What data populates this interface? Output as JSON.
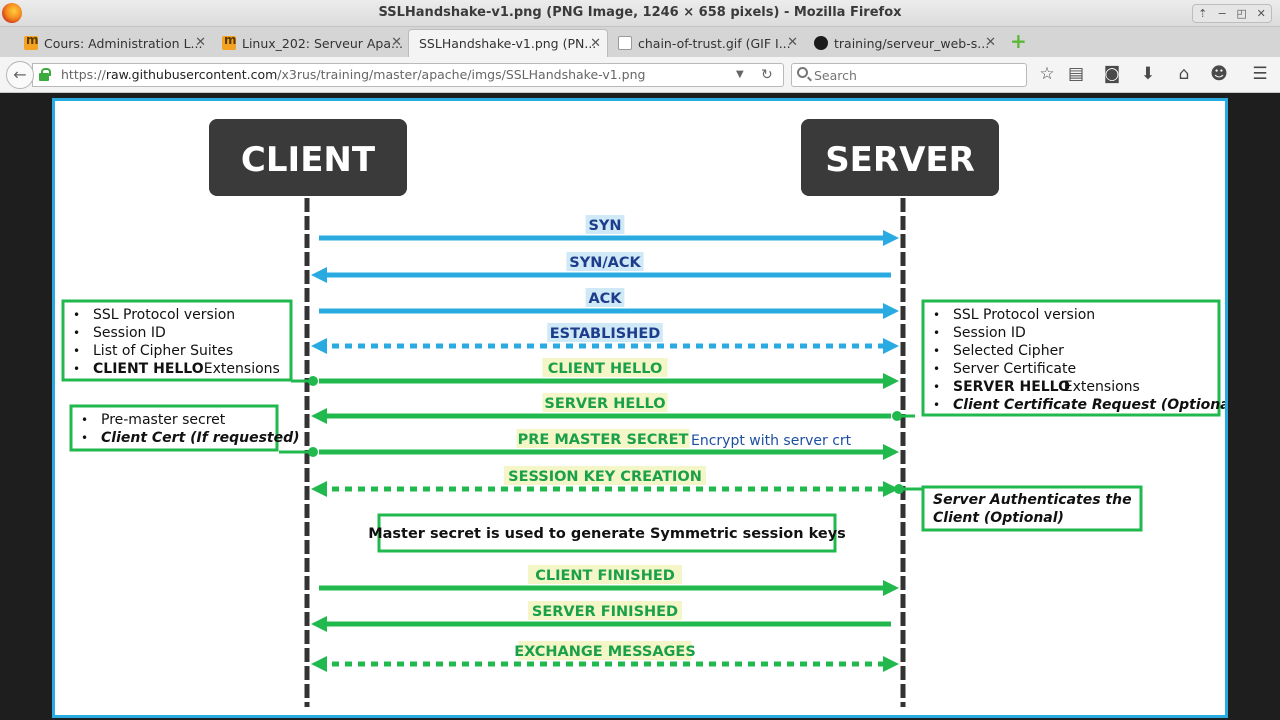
{
  "window": {
    "title": "SSLHandshake-v1.png (PNG Image, 1246 × 658 pixels) - Mozilla Firefox",
    "controls": [
      "⇡",
      "−",
      "◰",
      "✕"
    ]
  },
  "tabs": [
    {
      "label": "Cours: Administration L...",
      "icon": "moodle-icon"
    },
    {
      "label": "Linux_202: Serveur Apa...",
      "icon": "moodle-icon"
    },
    {
      "label": "SSLHandshake-v1.png (PN...",
      "icon": "none",
      "active": true
    },
    {
      "label": "chain-of-trust.gif (GIF I...",
      "icon": "image-icon"
    },
    {
      "label": "training/serveur_web-s...",
      "icon": "github-icon"
    }
  ],
  "nav": {
    "url_prefix": "https://",
    "url_host": "raw.githubusercontent.com",
    "url_path": "/x3rus/training/master/apache/imgs/SSLHandshake-v1.png",
    "search_placeholder": "Search"
  },
  "diagram": {
    "client_label": "CLIENT",
    "server_label": "SERVER",
    "messages": [
      {
        "label": "SYN",
        "direction": "right",
        "style": "solid",
        "color": "#29abe2"
      },
      {
        "label": "SYN/ACK",
        "direction": "left",
        "style": "solid",
        "color": "#29abe2"
      },
      {
        "label": "ACK",
        "direction": "right",
        "style": "solid",
        "color": "#29abe2"
      },
      {
        "label": "ESTABLISHED",
        "direction": "both",
        "style": "dotted",
        "color": "#29abe2"
      },
      {
        "label": "CLIENT HELLO",
        "direction": "right",
        "style": "solid",
        "color": "#21b94e"
      },
      {
        "label": "SERVER HELLO",
        "direction": "left",
        "style": "solid",
        "color": "#21b94e"
      },
      {
        "label": "PRE MASTER SECRET",
        "direction": "right",
        "style": "solid",
        "color": "#21b94e",
        "note": "Encrypt with server crt"
      },
      {
        "label": "SESSION KEY CREATION",
        "direction": "both",
        "style": "dotted",
        "color": "#21b94e"
      },
      {
        "label": "CLIENT FINISHED",
        "direction": "right",
        "style": "solid",
        "color": "#21b94e"
      },
      {
        "label": "SERVER FINISHED",
        "direction": "left",
        "style": "solid",
        "color": "#21b94e"
      },
      {
        "label": "EXCHANGE MESSAGES",
        "direction": "both",
        "style": "dotted",
        "color": "#21b94e"
      }
    ],
    "client_hello_box": [
      "SSL Protocol version",
      "Session ID",
      "List of Cipher Suites",
      "CLIENT HELLO|Extensions"
    ],
    "pre_master_box": [
      "Pre-master secret",
      "Client Cert (If requested)"
    ],
    "server_hello_box": [
      "SSL Protocol version",
      "Session ID",
      "Selected Cipher",
      "Server Certificate",
      "SERVER HELLO|Extensions",
      "Client Certificate Request (Optional)"
    ],
    "server_auth_box": [
      "Server Authenticates the",
      "Client (Optional)"
    ],
    "master_secret_note": "Master secret is used to generate Symmetric session keys"
  }
}
